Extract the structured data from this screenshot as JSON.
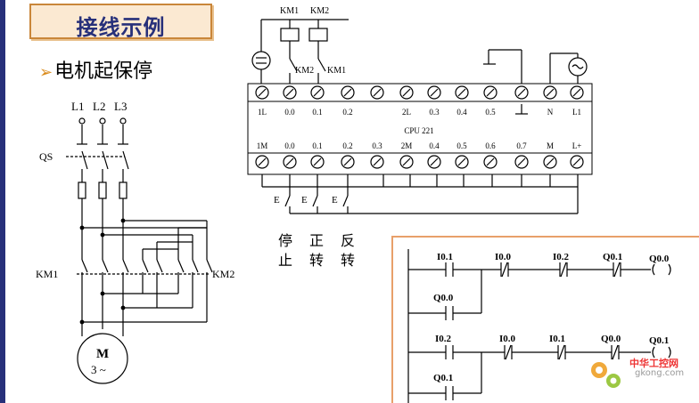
{
  "slide": {
    "title": "接线示例",
    "subtitle": "电机起保停"
  },
  "motor_circuit": {
    "phases": [
      "L1",
      "L2",
      "L3"
    ],
    "switch_label": "QS",
    "contactor_left": "KM1",
    "contactor_right": "KM2",
    "motor_letter": "M",
    "motor_phase": "3 ~"
  },
  "plc": {
    "model": "CPU 221",
    "coil_labels": [
      "KM1",
      "KM2"
    ],
    "interlock_labels": [
      "KM2",
      "KM1"
    ],
    "top_terminals": [
      "1L",
      "0.0",
      "0.1",
      "0.2",
      "",
      "2L",
      "0.3",
      "0.4",
      "0.5",
      "",
      "N",
      "L1"
    ],
    "bottom_terminals": [
      "1M",
      "0.0",
      "0.1",
      "0.2",
      "0.3",
      "2M",
      "0.4",
      "0.5",
      "0.6",
      "0.7",
      "M",
      "L+"
    ],
    "input_buttons": [
      "E",
      "E",
      "E"
    ],
    "button_captions": [
      {
        "line1": "停",
        "line2": "止"
      },
      {
        "line1": "正",
        "line2": "转"
      },
      {
        "line1": "反",
        "line2": "转"
      }
    ]
  },
  "ladder": {
    "rung1": {
      "contacts": [
        "I0.1",
        "I0.0",
        "I0.2",
        "Q0.1"
      ],
      "coil": "Q0.0",
      "hold": "Q0.0"
    },
    "rung2": {
      "contacts": [
        "I0.2",
        "I0.0",
        "I0.1",
        "Q0.0"
      ],
      "coil": "Q0.1",
      "hold": "Q0.1"
    }
  },
  "watermark": {
    "text": "中华工控网",
    "url": "gkong.com"
  },
  "colors": {
    "title_text": "#27307a",
    "title_bg": "#fbe9d2",
    "title_border": "#c9863a",
    "arrow": "#d98a1a",
    "accent_rule": "#27307a",
    "ladder_frame": "#e8a06a"
  }
}
